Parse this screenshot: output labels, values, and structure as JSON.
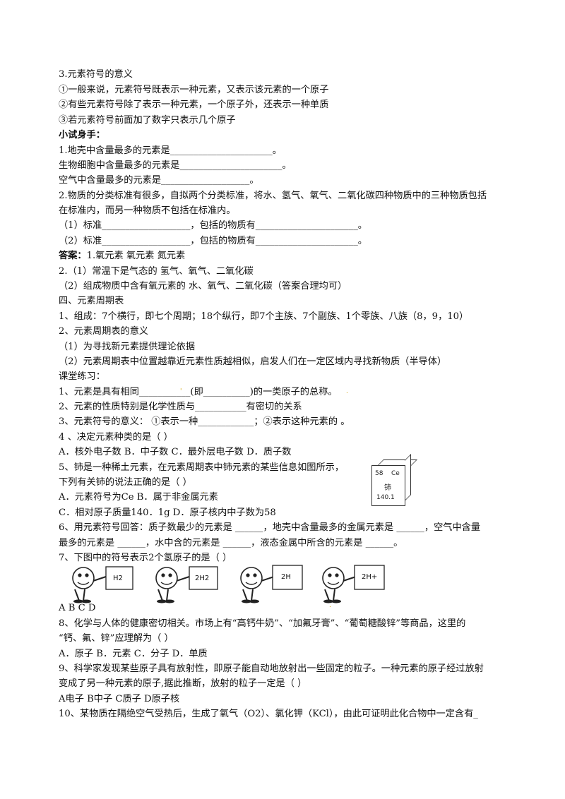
{
  "lines": [
    "3.元素符号的意义",
    "①一般来说，元素符号既表示一种元素，又表示该元素的一个原子",
    "②有些元素符号除了表示一种元素，一个原子外，还表示一种单质",
    "③若元素符号前面加了数字只表示几个原子",
    "小试身手：",
    "1.地壳中含量最多的元素是______________________。",
    "  生物细胞中含量最多的元素是______________________。",
    "  空气中含量最多的元素是___________________。",
    "2.物质的分类标准有很多，自拟两个分类标准，将水、氢气、氧气、二氧化碳四种物质中的三种物质包括",
    "在标准内，而另一种物质不包括在标准内。",
    "（1）标准___________________，包括的物质有______________________。",
    "（2）标准___________________，包括的物质有______________________。",
    "1.氧元素      氧元素     氮元素",
    "2.（1）常温下是气态的 氢气、氧气、二氧化碳",
    "    （2）组成物质中含有氧元素的 水、氧气、二氧化碳（答案合理均可）",
    "四、元素周期表",
    "1、组成：7个横行，即七个周期；18个纵行，即7个主族、7个副族、1个零族、八族（8，9，10）",
    "2、元素周期表的意义",
    "（1）为寻找新元素提供理论依据",
    "（2）元素周期表中位置越靠近元素性质越相似，启发人们在一定区域内寻找新物质（半导体）",
    "课堂练习：",
    "1、元素是具有相同___________(即__________)的一类原子的总称。",
    "2、元素的性质特别是化学性质与___________有密切的关系",
    "3、元素符号的意义：  ①表示一种____________；②表示这种元素的              。",
    "4 、决定元素种类的是（        ）",
    "A．核外电子数          B．中子数            C．最外层电子数            D．质子数",
    "5、铈是一种稀土元素，在元素周期表中铈元素的某些信息如图所示，",
    "下列有关铈的说法正确的是（      ）",
    "A．元素符号为Ce                         B．属于非金属元素",
    "C．相对原子质量140．1g              D．原子核内中子数为58",
    "6、用元素符号回答：质子数最少的元素是 ______，地壳中含量最多的金属元素是 ______，空气中含量",
    "最多的元素是 ______，水中含的元素是 ______，液态金属中所含的元素是 ______。",
    "7、下图中的符号表示2个氢原子的是（       ）",
    "A                          B                          C                          D",
    "8、化学与人体的健康密切相关。市场上有“高钙牛奶”、“加氟牙膏”、“葡萄糖酸锌”等商品，这里的",
    "“钙、氟、锌”应理解为（        ）",
    "A．原子       B．元素       C．分子       D．单质",
    "9、科学家发现某些原子具有放射性，即原子能自动地放射出一些固定的粒子。一种元素的原子经过放射",
    "变成了另一种元素的原子,据此推断，放射的粒子一定是（       ）",
    "A电子                B中子                C质子                D原子核",
    "10、某物质在隔绝空气受热后，生成了氧气（O2）、氯化钾（KCl），由此可证明此化合物中一定含有_"
  ],
  "answer_label": "答案：",
  "element_box": {
    "number": "58",
    "symbol": "Ce",
    "name": "铈",
    "mass": "140.1"
  },
  "figures": [
    {
      "card": "H2"
    },
    {
      "card": "2H2"
    },
    {
      "card": "2H"
    },
    {
      "card": "2H+"
    }
  ]
}
